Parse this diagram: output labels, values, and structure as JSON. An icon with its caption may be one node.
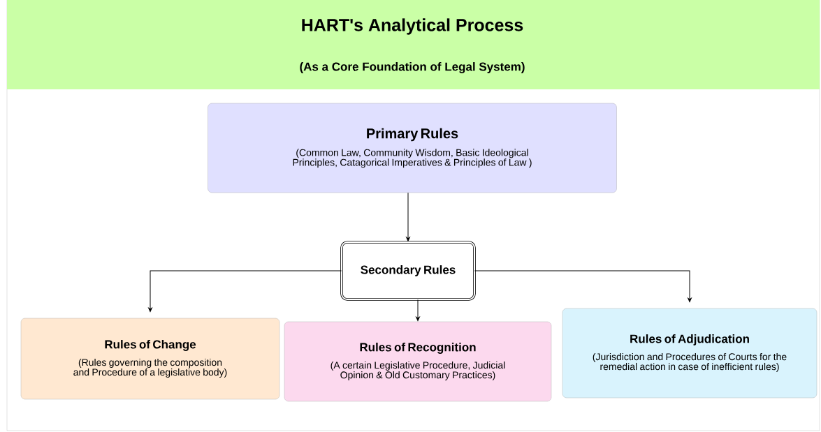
{
  "diagram": {
    "title": "HART's Analytical Process",
    "nodes": [
      {
        "text": [
          "Primary Rules",
          "(Common Law, Community Wisdom, Basic Ideological Principles, Catagorical Imperatives & Principles of Law )"
        ]
      },
      {
        "text": [
          "Secondary Rules"
        ]
      },
      {
        "text": [
          "Rules of Change",
          "(Rules governing the composition and Procedure of a legislative body)"
        ]
      },
      {
        "text": [
          "Rules of Recognition",
          "(A certain Legislative Procedure, Judicial Opinion & Old Customary Practices)"
        ]
      },
      {
        "text": [
          "Rules of Adjudication",
          "(Jurisdiction and Procedures of Courts for the remedial action in case of inefficient rules)"
        ]
      }
    ],
    "edges": [
      {
        "from": 0,
        "to": 1,
        "arrow": "to"
      },
      {
        "from": 1,
        "to": 2,
        "arrow": "to"
      },
      {
        "from": 1,
        "to": 3,
        "arrow": "to"
      },
      {
        "from": 1,
        "to": 4,
        "arrow": "to"
      }
    ],
    "labels": [
      "(As a Core Foundation of Legal System)"
    ]
  }
}
